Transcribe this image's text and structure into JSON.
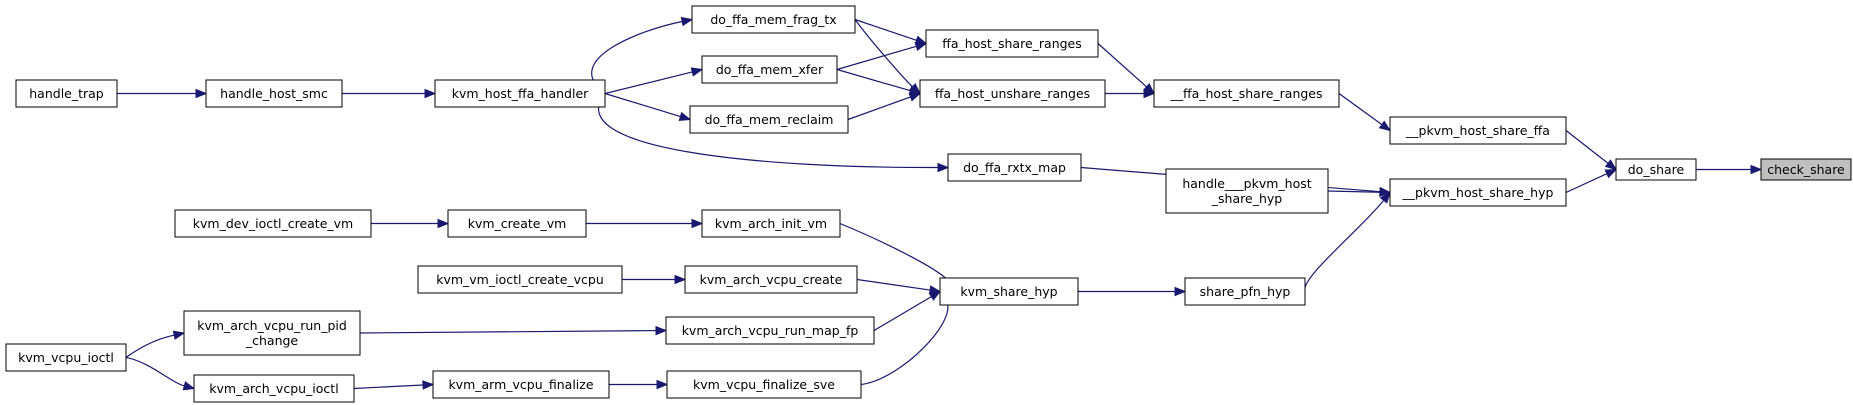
{
  "graph": {
    "nodes": [
      {
        "id": "check_share",
        "lines": [
          "check_share"
        ],
        "highlighted": true
      },
      {
        "id": "do_share",
        "lines": [
          "do_share"
        ]
      },
      {
        "id": "__pkvm_host_share_ffa",
        "lines": [
          "__pkvm_host_share_ffa"
        ]
      },
      {
        "id": "__pkvm_host_share_hyp",
        "lines": [
          "__pkvm_host_share_hyp"
        ]
      },
      {
        "id": "__ffa_host_share_ranges",
        "lines": [
          "__ffa_host_share_ranges"
        ]
      },
      {
        "id": "ffa_host_share_ranges",
        "lines": [
          "ffa_host_share_ranges"
        ]
      },
      {
        "id": "ffa_host_unshare_ranges",
        "lines": [
          "ffa_host_unshare_ranges"
        ]
      },
      {
        "id": "do_ffa_mem_frag_tx",
        "lines": [
          "do_ffa_mem_frag_tx"
        ]
      },
      {
        "id": "do_ffa_mem_xfer",
        "lines": [
          "do_ffa_mem_xfer"
        ]
      },
      {
        "id": "do_ffa_mem_reclaim",
        "lines": [
          "do_ffa_mem_reclaim"
        ]
      },
      {
        "id": "kvm_host_ffa_handler",
        "lines": [
          "kvm_host_ffa_handler"
        ]
      },
      {
        "id": "handle_host_smc",
        "lines": [
          "handle_host_smc"
        ]
      },
      {
        "id": "handle_trap",
        "lines": [
          "handle_trap"
        ]
      },
      {
        "id": "do_ffa_rxtx_map",
        "lines": [
          "do_ffa_rxtx_map"
        ]
      },
      {
        "id": "handle___pkvm_host_share_hyp",
        "lines": [
          "handle___pkvm_host",
          "_share_hyp"
        ]
      },
      {
        "id": "share_pfn_hyp",
        "lines": [
          "share_pfn_hyp"
        ]
      },
      {
        "id": "kvm_share_hyp",
        "lines": [
          "kvm_share_hyp"
        ]
      },
      {
        "id": "kvm_arch_init_vm",
        "lines": [
          "kvm_arch_init_vm"
        ]
      },
      {
        "id": "kvm_create_vm",
        "lines": [
          "kvm_create_vm"
        ]
      },
      {
        "id": "kvm_dev_ioctl_create_vm",
        "lines": [
          "kvm_dev_ioctl_create_vm"
        ]
      },
      {
        "id": "kvm_arch_vcpu_create",
        "lines": [
          "kvm_arch_vcpu_create"
        ]
      },
      {
        "id": "kvm_vm_ioctl_create_vcpu",
        "lines": [
          "kvm_vm_ioctl_create_vcpu"
        ]
      },
      {
        "id": "kvm_arch_vcpu_run_map_fp",
        "lines": [
          "kvm_arch_vcpu_run_map_fp"
        ]
      },
      {
        "id": "kvm_arch_vcpu_run_pid_change",
        "lines": [
          "kvm_arch_vcpu_run_pid",
          "_change"
        ]
      },
      {
        "id": "kvm_vcpu_ioctl",
        "lines": [
          "kvm_vcpu_ioctl"
        ]
      },
      {
        "id": "kvm_vcpu_finalize_sve",
        "lines": [
          "kvm_vcpu_finalize_sve"
        ]
      },
      {
        "id": "kvm_arm_vcpu_finalize",
        "lines": [
          "kvm_arm_vcpu_finalize"
        ]
      },
      {
        "id": "kvm_arch_vcpu_ioctl",
        "lines": [
          "kvm_arch_vcpu_ioctl"
        ]
      }
    ],
    "edges": [
      {
        "from": "do_share",
        "to": "check_share"
      },
      {
        "from": "__pkvm_host_share_ffa",
        "to": "do_share"
      },
      {
        "from": "__pkvm_host_share_hyp",
        "to": "do_share"
      },
      {
        "from": "__ffa_host_share_ranges",
        "to": "__pkvm_host_share_ffa"
      },
      {
        "from": "ffa_host_share_ranges",
        "to": "__ffa_host_share_ranges"
      },
      {
        "from": "ffa_host_unshare_ranges",
        "to": "__ffa_host_share_ranges"
      },
      {
        "from": "do_ffa_mem_frag_tx",
        "to": "ffa_host_share_ranges"
      },
      {
        "from": "do_ffa_mem_frag_tx",
        "to": "ffa_host_unshare_ranges"
      },
      {
        "from": "do_ffa_mem_xfer",
        "to": "ffa_host_share_ranges"
      },
      {
        "from": "do_ffa_mem_xfer",
        "to": "ffa_host_unshare_ranges"
      },
      {
        "from": "do_ffa_mem_reclaim",
        "to": "ffa_host_unshare_ranges"
      },
      {
        "from": "kvm_host_ffa_handler",
        "to": "do_ffa_mem_frag_tx"
      },
      {
        "from": "kvm_host_ffa_handler",
        "to": "do_ffa_mem_xfer"
      },
      {
        "from": "kvm_host_ffa_handler",
        "to": "do_ffa_mem_reclaim"
      },
      {
        "from": "kvm_host_ffa_handler",
        "to": "do_ffa_rxtx_map"
      },
      {
        "from": "handle_host_smc",
        "to": "kvm_host_ffa_handler"
      },
      {
        "from": "handle_trap",
        "to": "handle_host_smc"
      },
      {
        "from": "do_ffa_rxtx_map",
        "to": "__pkvm_host_share_hyp"
      },
      {
        "from": "handle___pkvm_host_share_hyp",
        "to": "__pkvm_host_share_hyp"
      },
      {
        "from": "share_pfn_hyp",
        "to": "__pkvm_host_share_hyp"
      },
      {
        "from": "kvm_share_hyp",
        "to": "share_pfn_hyp"
      },
      {
        "from": "kvm_arch_init_vm",
        "to": "kvm_share_hyp"
      },
      {
        "from": "kvm_arch_vcpu_create",
        "to": "kvm_share_hyp"
      },
      {
        "from": "kvm_arch_vcpu_run_map_fp",
        "to": "kvm_share_hyp"
      },
      {
        "from": "kvm_vcpu_finalize_sve",
        "to": "kvm_share_hyp"
      },
      {
        "from": "kvm_create_vm",
        "to": "kvm_arch_init_vm"
      },
      {
        "from": "kvm_dev_ioctl_create_vm",
        "to": "kvm_create_vm"
      },
      {
        "from": "kvm_vm_ioctl_create_vcpu",
        "to": "kvm_arch_vcpu_create"
      },
      {
        "from": "kvm_arch_vcpu_run_pid_change",
        "to": "kvm_arch_vcpu_run_map_fp"
      },
      {
        "from": "kvm_vcpu_ioctl",
        "to": "kvm_arch_vcpu_run_pid_change"
      },
      {
        "from": "kvm_arm_vcpu_finalize",
        "to": "kvm_vcpu_finalize_sve"
      },
      {
        "from": "kvm_arch_vcpu_ioctl",
        "to": "kvm_arm_vcpu_finalize"
      },
      {
        "from": "kvm_vcpu_ioctl",
        "to": "kvm_arch_vcpu_ioctl"
      }
    ]
  }
}
